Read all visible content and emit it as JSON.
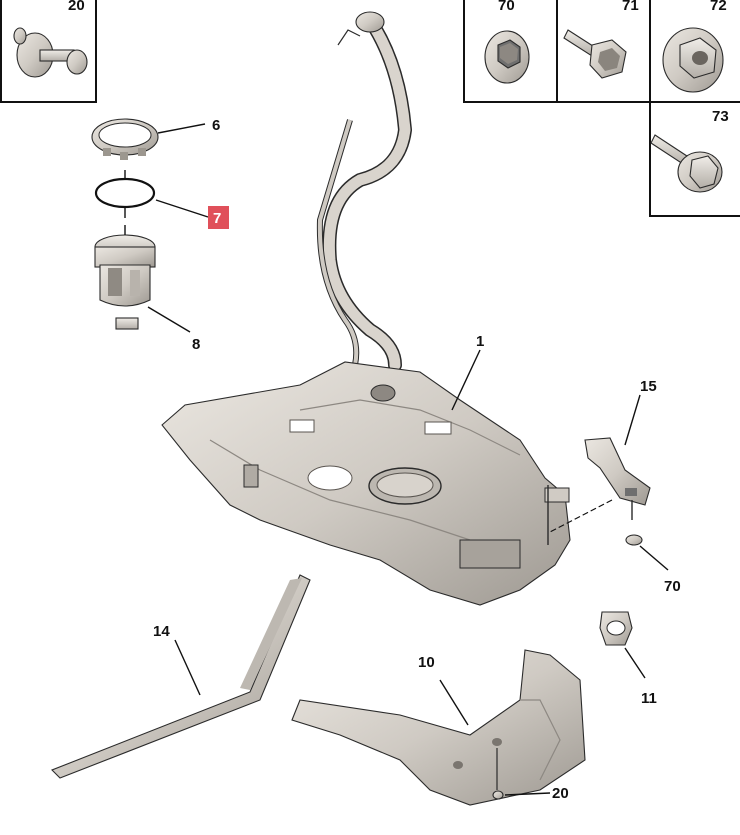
{
  "callouts": {
    "c20_box": "20",
    "c70_box": "70",
    "c71_box": "71",
    "c72_box": "72",
    "c73_box": "73",
    "c6": "6",
    "c7": "7",
    "c8": "8",
    "c1": "1",
    "c15": "15",
    "c70": "70",
    "c14": "14",
    "c10": "10",
    "c11": "11",
    "c20": "20"
  },
  "colors": {
    "highlight": "#e0505a",
    "metal_light": "#e2ddd6",
    "metal_dark": "#a8a39c",
    "line": "#111111"
  },
  "icons": {
    "fastener_20": "push-rivet-icon",
    "fastener_70": "washer-nut-icon",
    "fastener_71": "bolt-with-nut-icon",
    "fastener_72": "flange-nut-icon",
    "fastener_73": "flange-bolt-icon"
  }
}
